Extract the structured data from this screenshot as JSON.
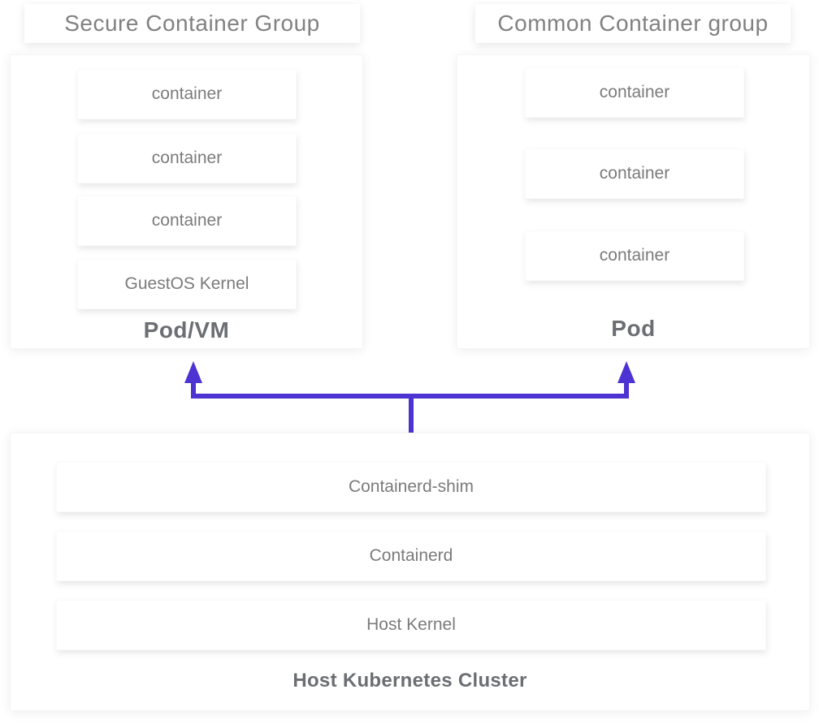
{
  "diagram": {
    "secure_group": {
      "title": "Secure Container Group",
      "boxes": [
        "container",
        "container",
        "container",
        "GuestOS Kernel"
      ],
      "pod_label": "Pod/VM"
    },
    "common_group": {
      "title": "Common Container group",
      "boxes": [
        "container",
        "container",
        "container"
      ],
      "pod_label": "Pod"
    },
    "host_cluster": {
      "boxes": [
        "Containerd-shim",
        "Containerd",
        "Host Kernel"
      ],
      "title": "Host Kubernetes Cluster"
    },
    "colors": {
      "arrow": "#4d33d1",
      "box_text": "#7b7b7b",
      "bold_label_text": "#6b6e72",
      "title_text": "#818181",
      "surface": "#ffffff"
    }
  }
}
